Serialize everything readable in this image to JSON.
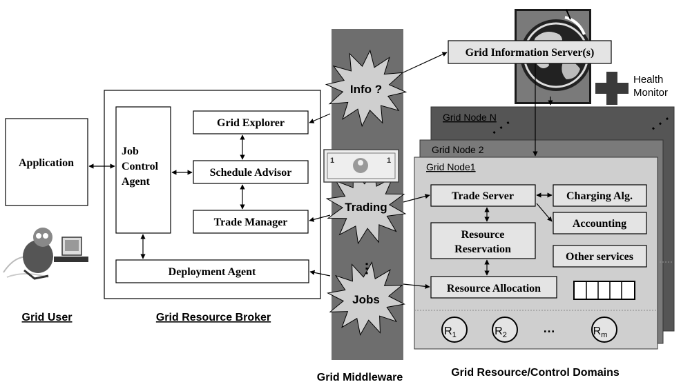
{
  "grid_user": {
    "caption": "Grid User"
  },
  "application": {
    "label": "Application"
  },
  "broker": {
    "caption": "Grid Resource Broker",
    "job_control_line1": "Job",
    "job_control_line2": "Control",
    "job_control_line3": "Agent",
    "grid_explorer": "Grid Explorer",
    "schedule_advisor": "Schedule Advisor",
    "trade_manager": "Trade Manager",
    "deployment_agent": "Deployment Agent"
  },
  "middleware": {
    "caption": "Grid Middleware",
    "info": "Info ?",
    "trading": "Trading",
    "jobs": "Jobs"
  },
  "gis": {
    "label": "Grid Information Server(s)"
  },
  "health_monitor": {
    "line1": "Health",
    "line2": "Monitor"
  },
  "domains": {
    "caption": "Grid Resource/Control Domains",
    "node_n": "Grid Node N",
    "node_2": "Grid Node 2",
    "node_1": "Grid Node1",
    "trade_server": "Trade Server",
    "charging_alg": "Charging Alg.",
    "accounting": "Accounting",
    "reservation_line1": "Resource",
    "reservation_line2": "Reservation",
    "other_services": "Other services",
    "allocation": "Resource Allocation",
    "r1": "R",
    "r1_sub": "1",
    "r2": "R",
    "r2_sub": "2",
    "rm": "R",
    "rm_sub": "m",
    "ellipsis": "…"
  },
  "colors": {
    "middleware_band": "#6e6e6e",
    "node_front": "#cfcfcf",
    "node_mid": "#7a7a7a",
    "node_back": "#555555",
    "box_fill": "#e4e4e4"
  }
}
